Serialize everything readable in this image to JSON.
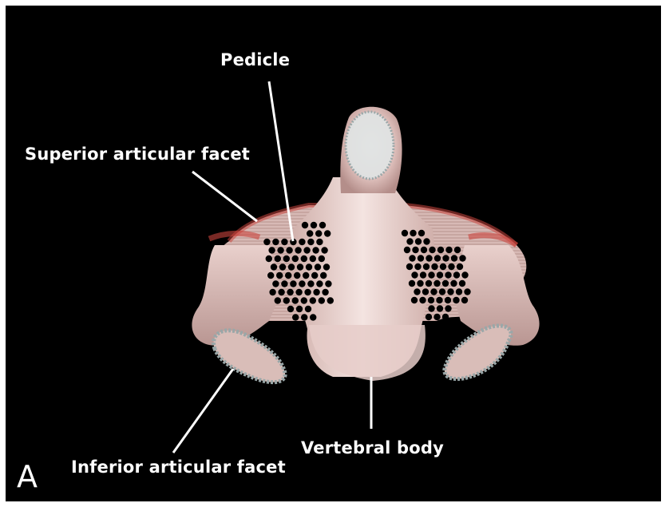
{
  "panel_letter": "A",
  "labels": {
    "pedicle": "Pedicle",
    "superior_articular_facet": "Superior articular facet",
    "inferior_articular_facet": "Inferior articular facet",
    "vertebral_body": "Vertebral body"
  },
  "colors": {
    "background": "#000000",
    "bone": "#e8cfcb",
    "bone_shadow": "#b08a86",
    "bone_edge_red": "#c9453e",
    "facet_grey": "#9aa7a8",
    "pedicle_dots": "#000000",
    "label_text": "#ffffff"
  }
}
